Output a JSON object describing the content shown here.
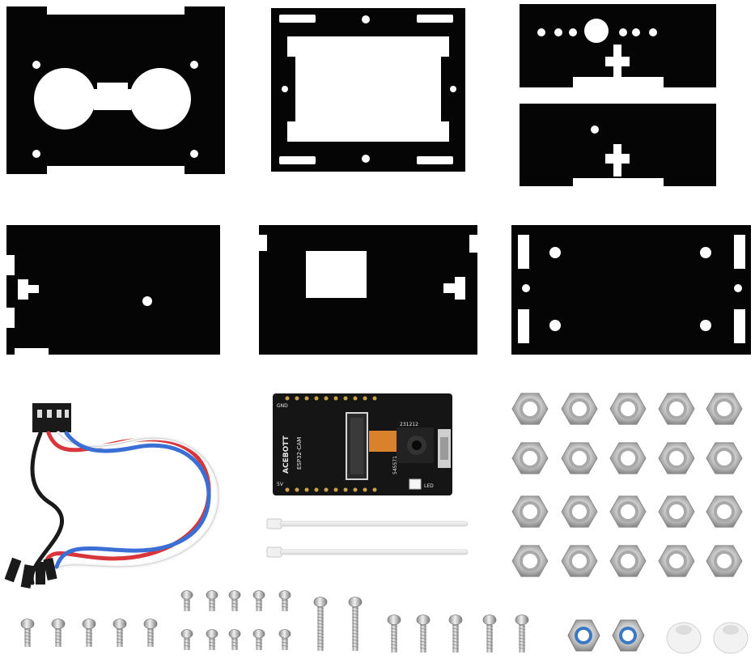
{
  "board": {
    "brand": "ACEBOTT",
    "model": "ESP32-CAM",
    "code": "231212",
    "camera_code": "545571",
    "led_label": "LED",
    "pin_label_a": "GND",
    "pin_label_b": "5V"
  },
  "colors": {
    "acrylic": "#050505",
    "pcb": "#151515",
    "metal": "#bfbfbf",
    "nylon": "#f2f2f2",
    "cable_red": "#d8363a",
    "cable_blue": "#3b6fd6",
    "cable_white": "#f5f5f5",
    "cable_black": "#1a1a1a",
    "ribbon": "#d9822b"
  },
  "parts": {
    "acrylic_panel_count": 7,
    "hex_nut_count": 20,
    "lock_nut_count": 2,
    "spacer_count": 2,
    "cable_tie_count": 2,
    "screw_count": 22
  }
}
